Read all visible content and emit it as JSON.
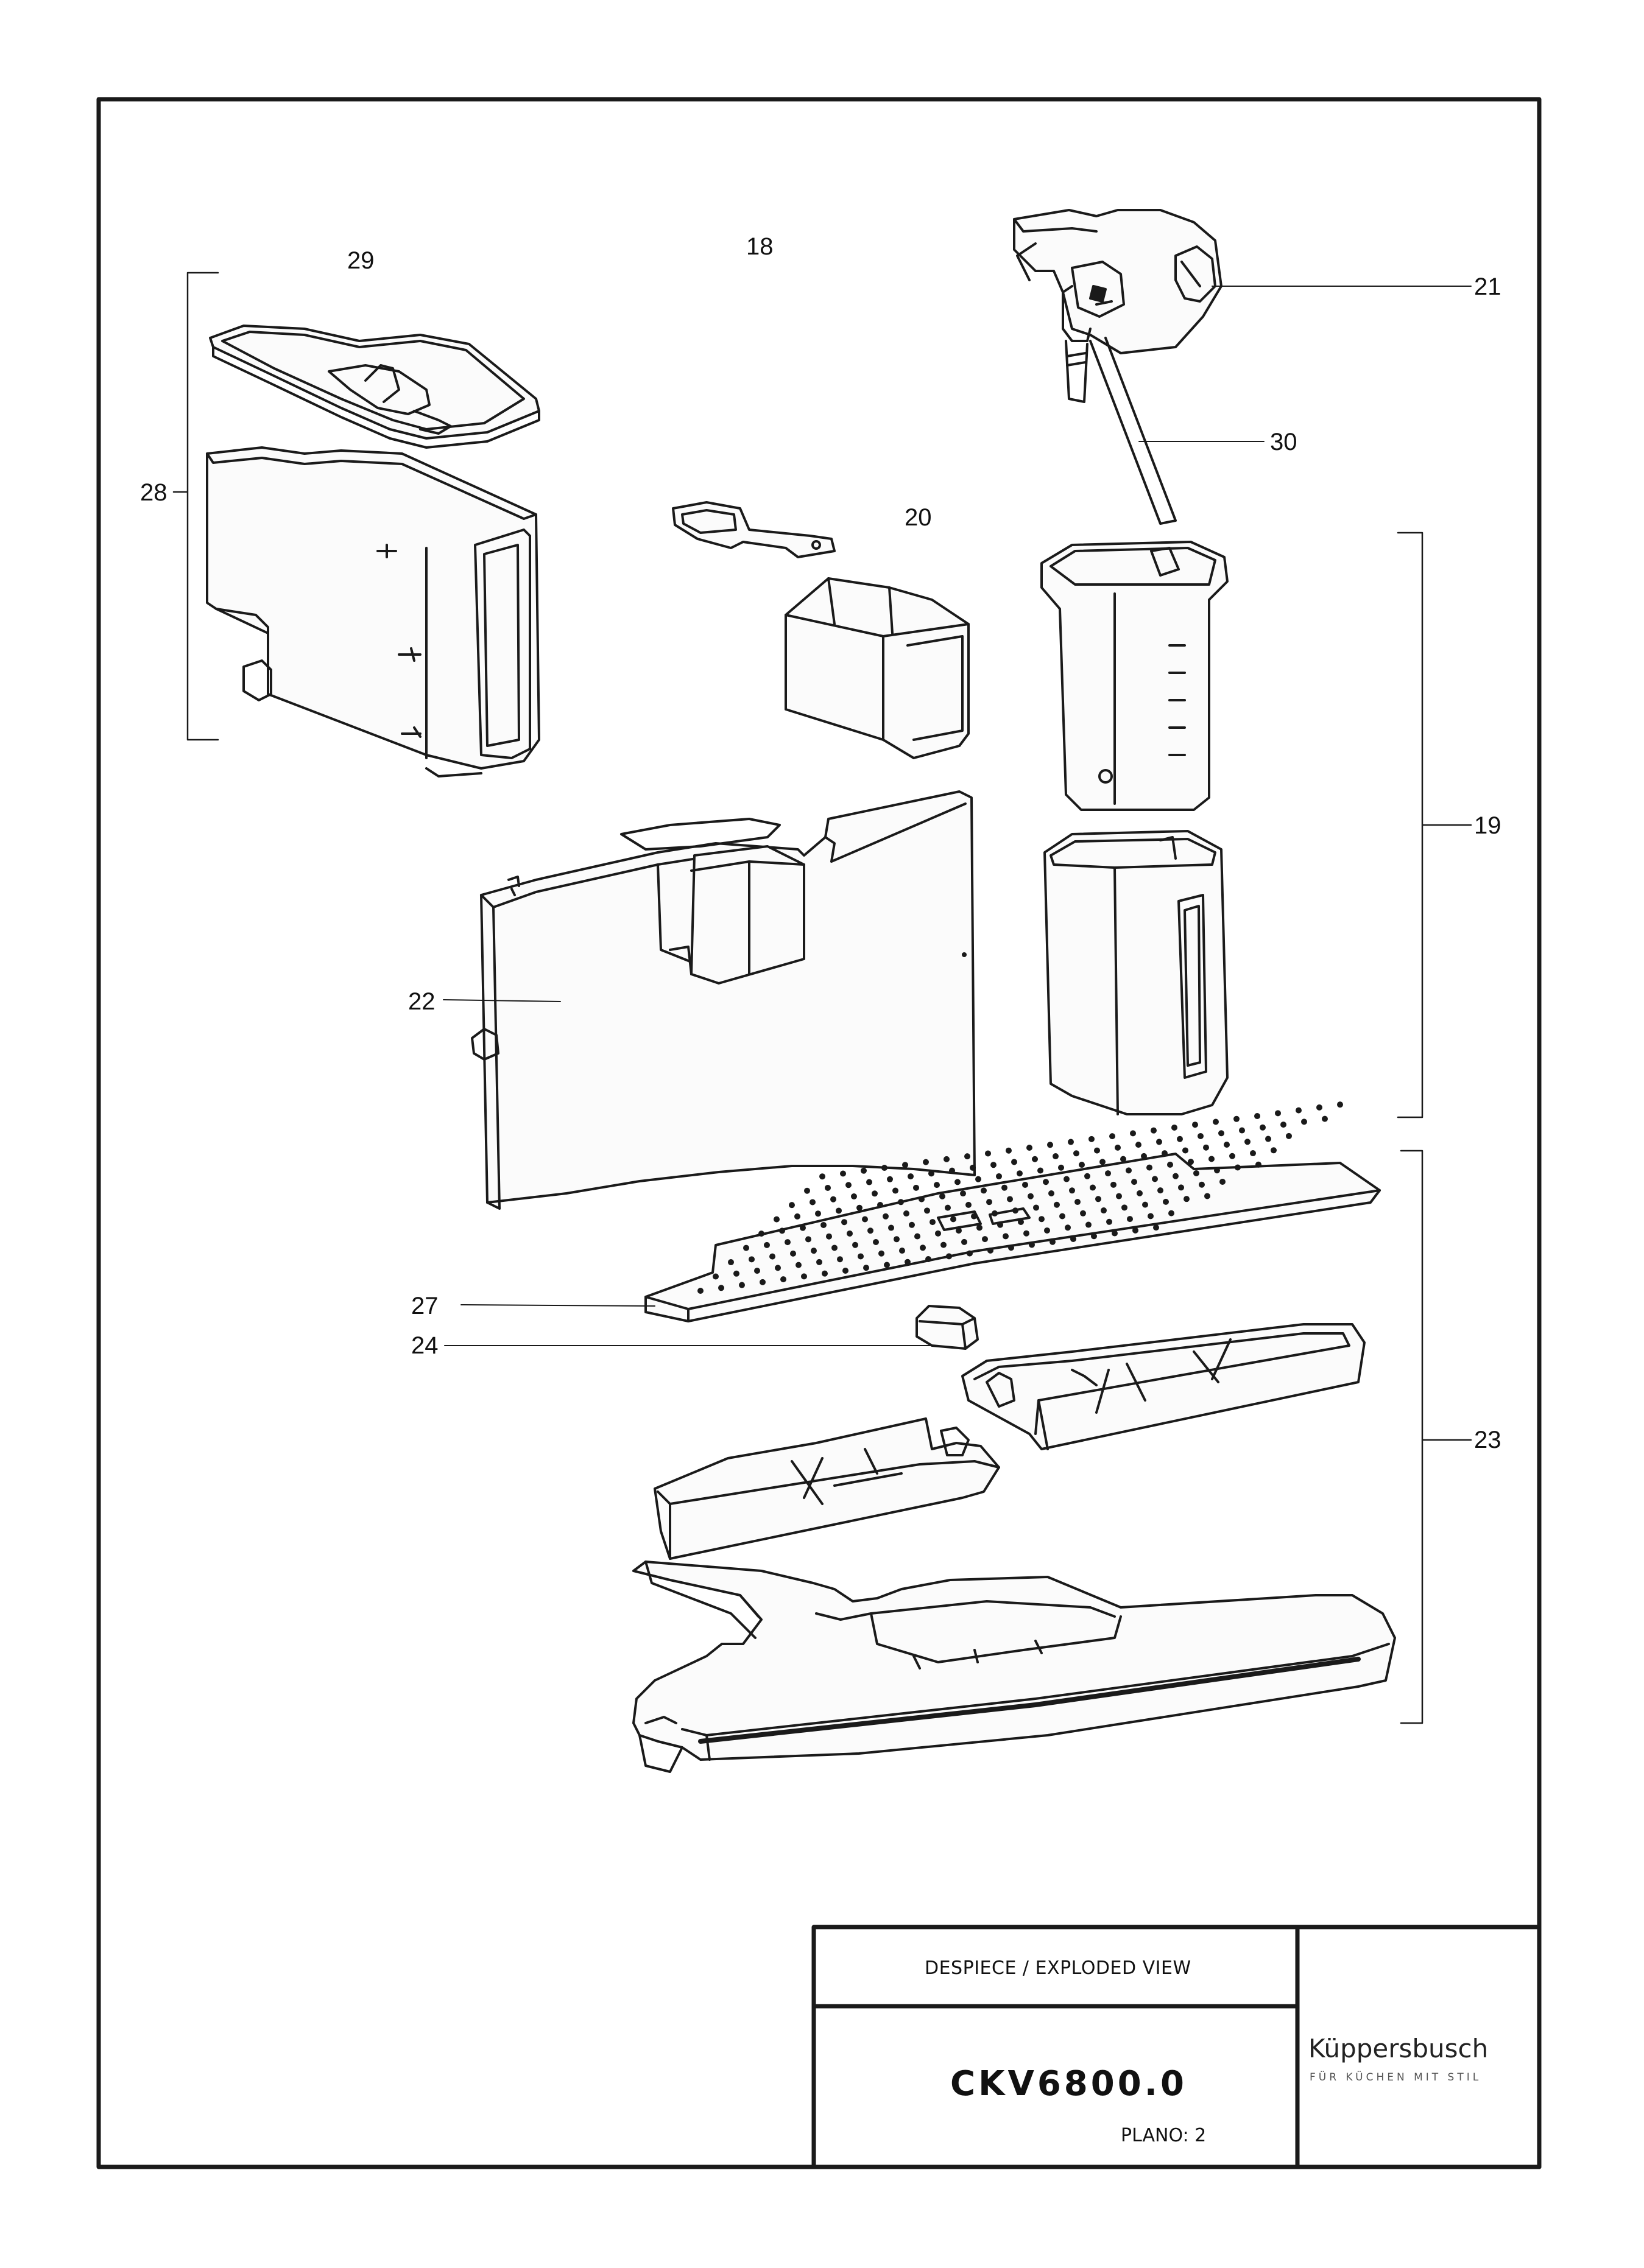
{
  "callouts": {
    "c18": "18",
    "c19": "19",
    "c20": "20",
    "c21": "21",
    "c22": "22",
    "c23": "23",
    "c24": "24",
    "c27": "27",
    "c28": "28",
    "c29": "29",
    "c30": "30"
  },
  "title_block": {
    "subtitle": "DESPIECE / EXPLODED VIEW",
    "model": "CKV6800.0",
    "plano": "PLANO: 2"
  },
  "brand": {
    "name": "Küppersbusch",
    "tagline": "FÜR KÜCHEN MIT STIL"
  },
  "colors": {
    "line": "#1a1a1a",
    "background": "#ffffff"
  }
}
